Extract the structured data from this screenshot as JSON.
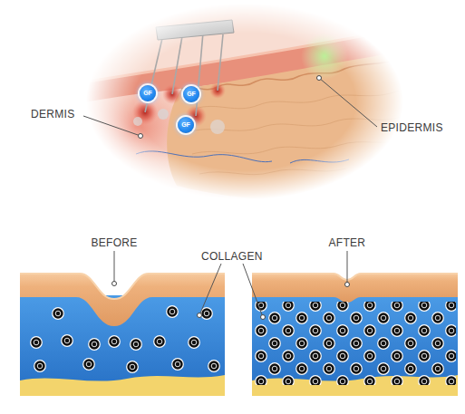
{
  "diagram": {
    "nodes": [
      {
        "text": [
          "GF"
        ]
      },
      {
        "text": [
          "GF"
        ]
      },
      {
        "text": [
          "GF"
        ]
      }
    ],
    "labels": [
      "DERMIS",
      "EPIDERMIS",
      "BEFORE",
      "COLLAGEN",
      "AFTER"
    ]
  }
}
